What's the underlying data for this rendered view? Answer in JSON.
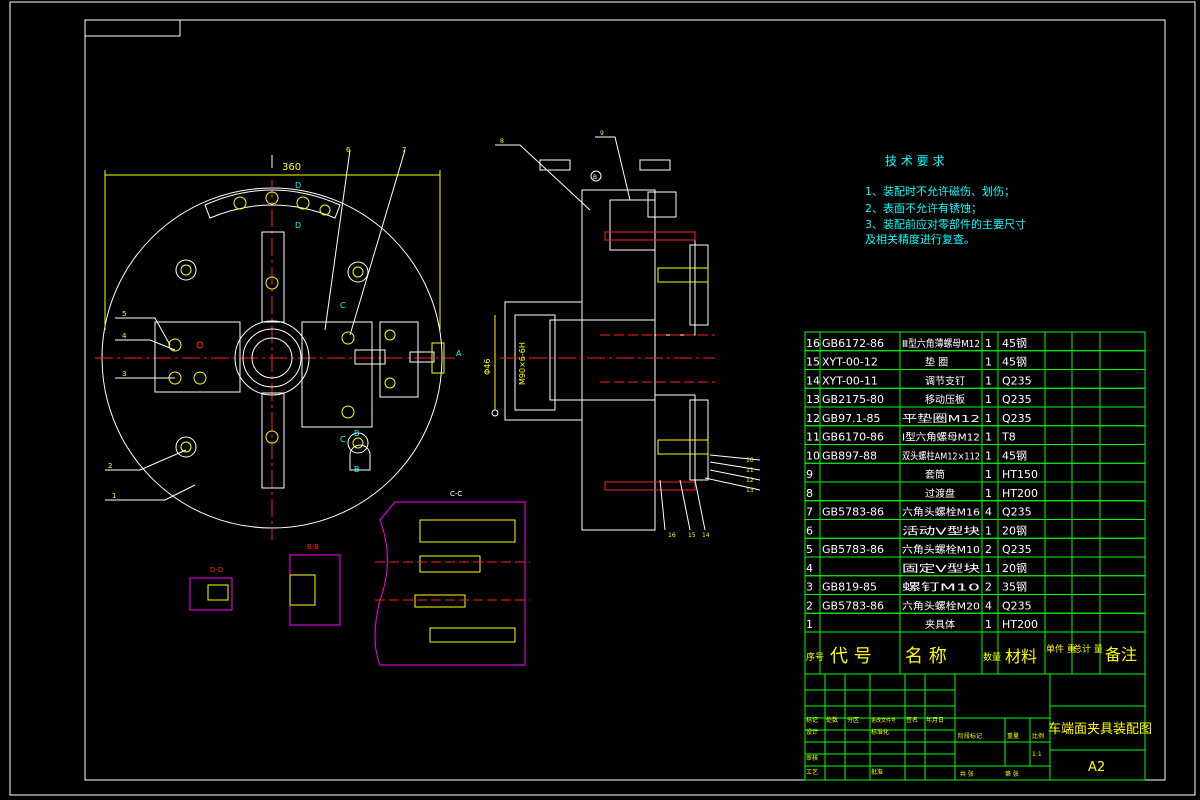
{
  "technical_requirements": {
    "title": "技 术 要 求",
    "items": [
      "1、装配时不允许磁伤、划伤；",
      "2、表面不允许有锈蚀；",
      "3、装配前应对零部件的主要尺寸",
      "及相关精度进行复查。"
    ]
  },
  "front_view": {
    "dim_360": "360",
    "section_d": "D",
    "section_c": "C",
    "section_b": "B",
    "label_a": "A",
    "leaders": [
      "6",
      "7",
      "5",
      "4",
      "3",
      "2",
      "1"
    ]
  },
  "side_view": {
    "leaders": [
      "8",
      "9"
    ],
    "circle_b": "B",
    "dims": [
      "M90×6-6H",
      "Φ46"
    ],
    "right_leaders": [
      "10",
      "11",
      "12",
      "13"
    ],
    "bottom_leaders": [
      "16",
      "15",
      "14"
    ]
  },
  "section_labels": {
    "dd": "D-D",
    "bb": "B-B",
    "cc": "C-C"
  },
  "bom": {
    "rows": [
      {
        "no": "16",
        "code": "GB6172-86",
        "name": "Ⅲ型六角薄螺母M12",
        "qty": "1",
        "material": "45钢"
      },
      {
        "no": "15",
        "code": "XYT-00-12",
        "name": "垫 圈",
        "qty": "1",
        "material": "45钢"
      },
      {
        "no": "14",
        "code": "XYT-00-11",
        "name": "调节支钉",
        "qty": "1",
        "material": "Q235"
      },
      {
        "no": "13",
        "code": "GB2175-80",
        "name": "移动压板",
        "qty": "1",
        "material": "Q235"
      },
      {
        "no": "12",
        "code": "GB97.1-85",
        "name": "平垫圈M12",
        "qty": "1",
        "material": "Q235"
      },
      {
        "no": "11",
        "code": "GB6170-86",
        "name": "Ⅰ型六角螺母M12",
        "qty": "1",
        "material": "T8"
      },
      {
        "no": "10",
        "code": "GB897-88",
        "name": "双头螺柱AM12×112",
        "qty": "1",
        "material": "45钢"
      },
      {
        "no": "9",
        "code": "",
        "name": "套筒",
        "qty": "1",
        "material": "HT150"
      },
      {
        "no": "8",
        "code": "",
        "name": "过渡盘",
        "qty": "1",
        "material": "HT200"
      },
      {
        "no": "7",
        "code": "GB5783-86",
        "name": "六角头螺栓M16",
        "qty": "4",
        "material": "Q235"
      },
      {
        "no": "6",
        "code": "",
        "name": "活动V型块",
        "qty": "1",
        "material": "20钢"
      },
      {
        "no": "5",
        "code": "GB5783-86",
        "name": "六角头螺栓M10",
        "qty": "2",
        "material": "Q235"
      },
      {
        "no": "4",
        "code": "",
        "name": "固定V型块",
        "qty": "1",
        "material": "20钢"
      },
      {
        "no": "3",
        "code": "GB819-85",
        "name": "螺钉M10",
        "qty": "2",
        "material": "35钢"
      },
      {
        "no": "2",
        "code": "GB5783-86",
        "name": "六角头螺栓M20",
        "qty": "4",
        "material": "Q235"
      },
      {
        "no": "1",
        "code": "",
        "name": "夹具体",
        "qty": "1",
        "material": "HT200"
      }
    ],
    "header": {
      "no": "序号",
      "code": "代 号",
      "name": "名 称",
      "qty": "数量",
      "material": "材料",
      "unit_weight": "单件 重",
      "total_weight": "总计 量",
      "remark": "备注"
    }
  },
  "title_block": {
    "drawing_title": "车端面夹具装配图",
    "sheet_size": "A2",
    "labels": [
      "标记",
      "处数",
      "分区",
      "更改文件号",
      "签名",
      "年月日",
      "设计",
      "标准化",
      "审核",
      "工艺",
      "批准",
      "阶段标记",
      "重量",
      "比例",
      "共 张",
      "第 张"
    ],
    "scale": "1:1"
  },
  "colors": {
    "border": "#ffffff",
    "table": "#00ff00",
    "text": "#ffff00",
    "notes": "#00ffff",
    "hatch": "#ffffff",
    "center": "#ff2020",
    "section": "#ff00ff"
  }
}
